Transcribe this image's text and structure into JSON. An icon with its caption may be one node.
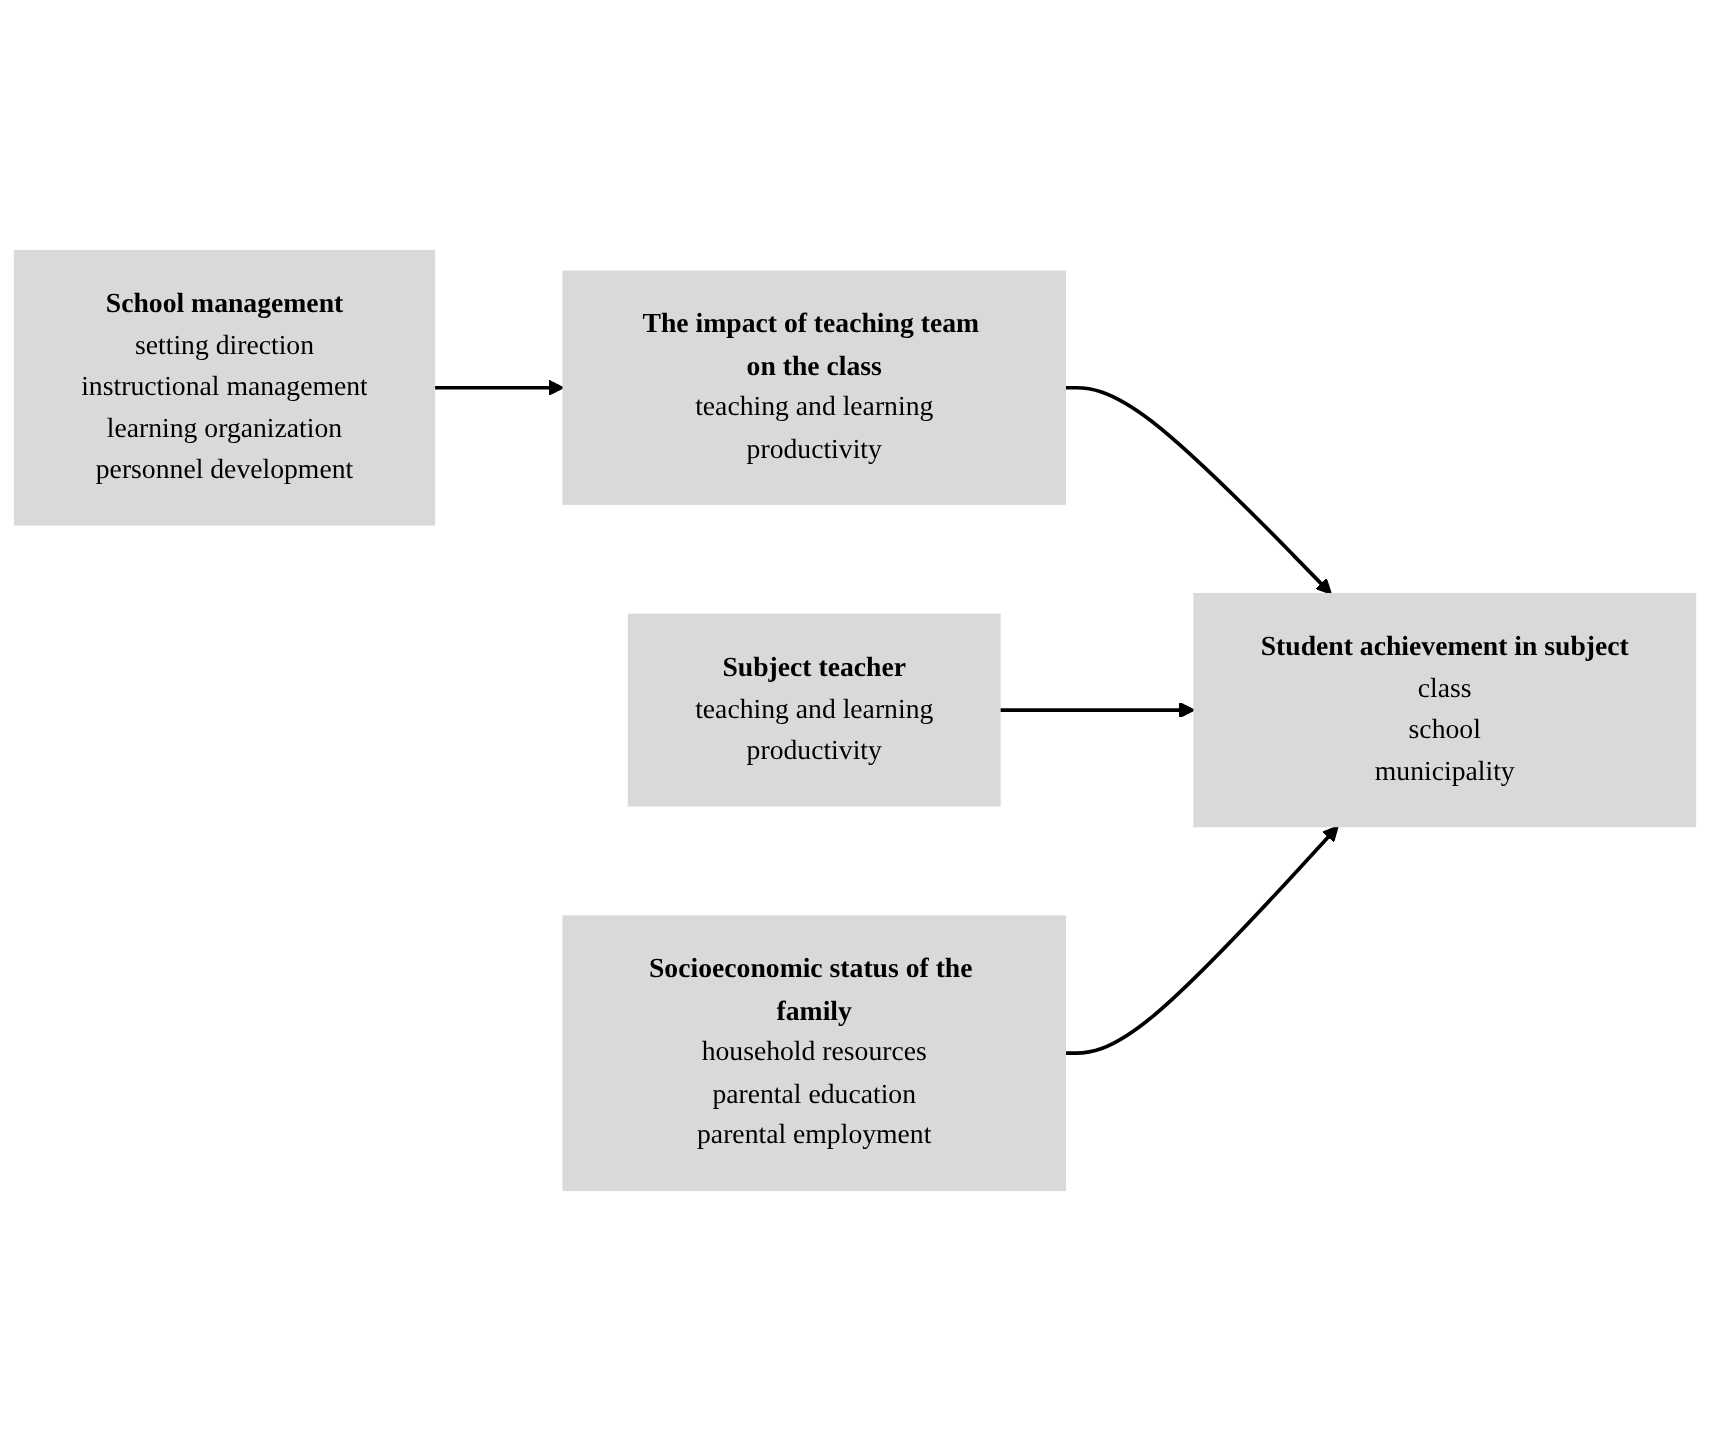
{
  "diagram": {
    "nodes": [
      {
        "text": [
          "Subject teacher",
          "teaching and learning",
          "productivity"
        ]
      },
      {
        "text": [
          "School management",
          "setting direction",
          "instructional management",
          "learning organization",
          "personnel development"
        ]
      },
      {
        "text": [
          "The impact of teaching team on the class",
          "teaching and learning",
          "productivity"
        ]
      },
      {
        "text": [
          "Student achievement in subject",
          "class",
          "school",
          "municipality"
        ]
      },
      {
        "text": [
          "Socioeconomic status of the family",
          "household resources",
          "parental education",
          "parental employment"
        ]
      }
    ],
    "edges": [
      {
        "from": 1,
        "to": 2,
        "arrow": "to"
      },
      {
        "from": 2,
        "to": 3,
        "arrow": "to"
      },
      {
        "from": 0,
        "to": 3,
        "arrow": "to"
      },
      {
        "from": 4,
        "to": 3,
        "arrow": "to"
      }
    ]
  }
}
